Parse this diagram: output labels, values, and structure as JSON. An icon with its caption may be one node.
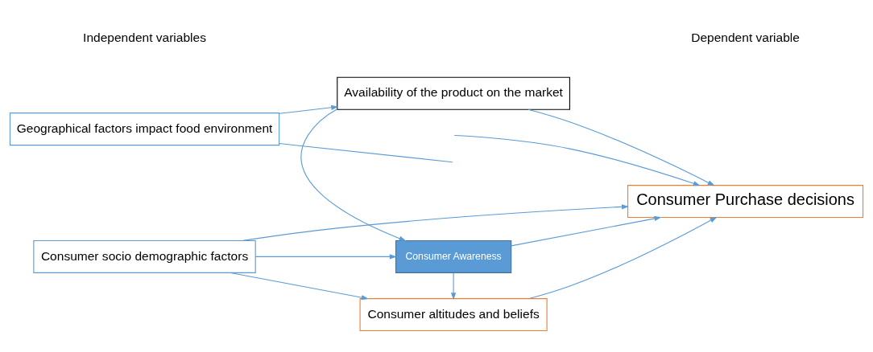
{
  "diagram": {
    "nodes": [
      {
        "text": [
          "Consumer socio demographic factors"
        ]
      },
      {
        "text": [
          "Consumer altitudes and beliefs"
        ]
      },
      {
        "text": [
          "Consumer Purchase decisions"
        ]
      },
      {
        "text": [
          "Consumer Awareness"
        ]
      },
      {
        "text": [
          "Geographical factors impact food environment"
        ]
      },
      {
        "text": [
          "Availability of the product on the market"
        ]
      }
    ],
    "edges": [
      {
        "from": 0,
        "to": 2,
        "arrow": "to"
      },
      {
        "from": 0,
        "to": 1,
        "arrow": "to"
      },
      {
        "from": 0,
        "to": 3,
        "arrow": "to"
      },
      {
        "from": 1,
        "to": 2,
        "arrow": "to"
      },
      {
        "from": 3,
        "to": 1,
        "arrow": "to"
      },
      {
        "from": 3,
        "to": 2,
        "arrow": "to"
      },
      {
        "from": 4,
        "to": 5,
        "arrow": "to"
      },
      {
        "from": 5,
        "to": 3,
        "arrow": "to"
      },
      {
        "from": 5,
        "to": 2,
        "arrow": "to"
      },
      {
        "from": null,
        "to": 2,
        "arrow": "to"
      },
      {
        "from": 4,
        "to": null,
        "arrow": "none"
      }
    ],
    "labels": [
      "Independent variables",
      "Dependent variable"
    ]
  }
}
